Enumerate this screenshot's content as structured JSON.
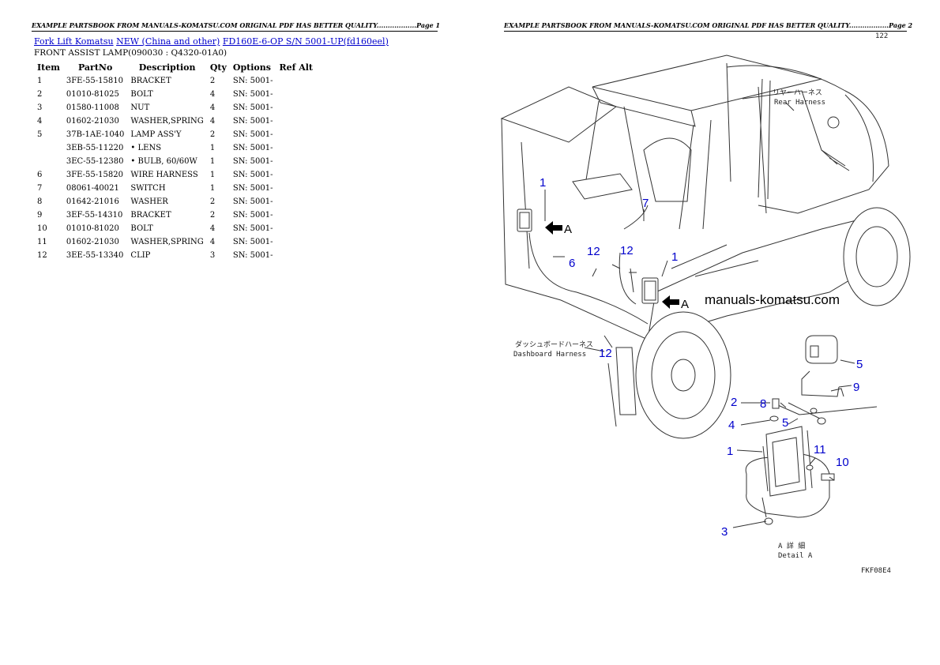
{
  "headers": {
    "page1": "EXAMPLE PARTSBOOK FROM MANUALS-KOMATSU.COM ORIGINAL PDF HAS BETTER QUALITY..................Page 1",
    "page2": "EXAMPLE PARTSBOOK FROM MANUALS-KOMATSU.COM ORIGINAL PDF HAS BETTER QUALITY..................Page 2"
  },
  "breadcrumb": {
    "link1": "Fork Lift Komatsu",
    "link2": "NEW (China and other)",
    "link3": "FD160E-6-OP S/N 5001-UP(fd160eel)"
  },
  "subtitle": "FRONT ASSIST LAMP(090030 : Q4320-01A0)",
  "table": {
    "columns": [
      "Item",
      "PartNo",
      "Description",
      "Qty",
      "Options",
      "Ref Alt"
    ],
    "rows": [
      {
        "item": "1",
        "partno": "3FE-55-15810",
        "desc": "BRACKET",
        "qty": "2",
        "options": "SN: 5001-"
      },
      {
        "item": "2",
        "partno": "01010-81025",
        "desc": "BOLT",
        "qty": "4",
        "options": "SN: 5001-"
      },
      {
        "item": "3",
        "partno": "01580-11008",
        "desc": "NUT",
        "qty": "4",
        "options": "SN: 5001-"
      },
      {
        "item": "4",
        "partno": "01602-21030",
        "desc": "WASHER,SPRING",
        "qty": "4",
        "options": "SN: 5001-"
      },
      {
        "item": "5",
        "partno": "37B-1AE-1040",
        "desc": "LAMP ASS'Y",
        "qty": "2",
        "options": "SN: 5001-"
      },
      {
        "item": "",
        "partno": "3EB-55-11220",
        "desc": "• LENS",
        "qty": "1",
        "options": "SN: 5001-"
      },
      {
        "item": "",
        "partno": "3EC-55-12380",
        "desc": "• BULB, 60/60W",
        "qty": "1",
        "options": "SN: 5001-"
      },
      {
        "item": "6",
        "partno": "3FE-55-15820",
        "desc": "WIRE HARNESS",
        "qty": "1",
        "options": "SN: 5001-"
      },
      {
        "item": "7",
        "partno": "08061-40021",
        "desc": "SWITCH",
        "qty": "1",
        "options": "SN: 5001-"
      },
      {
        "item": "8",
        "partno": "01642-21016",
        "desc": "WASHER",
        "qty": "2",
        "options": "SN: 5001-"
      },
      {
        "item": "9",
        "partno": "3EF-55-14310",
        "desc": "BRACKET",
        "qty": "2",
        "options": "SN: 5001-"
      },
      {
        "item": "10",
        "partno": "01010-81020",
        "desc": "BOLT",
        "qty": "4",
        "options": "SN: 5001-"
      },
      {
        "item": "11",
        "partno": "01602-21030",
        "desc": "WASHER,SPRING",
        "qty": "4",
        "options": "SN: 5001-"
      },
      {
        "item": "12",
        "partno": "3EE-55-13340",
        "desc": "CLIP",
        "qty": "3",
        "options": "SN: 5001-"
      }
    ]
  },
  "diagram": {
    "page_num": "122",
    "rear_harness_jp": "リヤーハーネス",
    "rear_harness": "Rear Harness",
    "dash_harness_jp": "ダッシュボードハーネス",
    "dash_harness": "Dashboard Harness",
    "watermark": "manuals-komatsu.com",
    "detail_jp": "A 詳 細",
    "detail": "Detail A",
    "code": "FKF08E4",
    "arrow_label": "A",
    "callouts": {
      "c1a": "1",
      "c7": "7",
      "c12a": "12",
      "c12b": "12",
      "c6": "6",
      "c1b": "1",
      "c12c": "12",
      "c5a": "5",
      "c9": "9",
      "c2": "2",
      "c8": "8",
      "c4": "4",
      "c5b": "5",
      "c1c": "1",
      "c11": "11",
      "c10": "10",
      "c3": "3"
    }
  }
}
